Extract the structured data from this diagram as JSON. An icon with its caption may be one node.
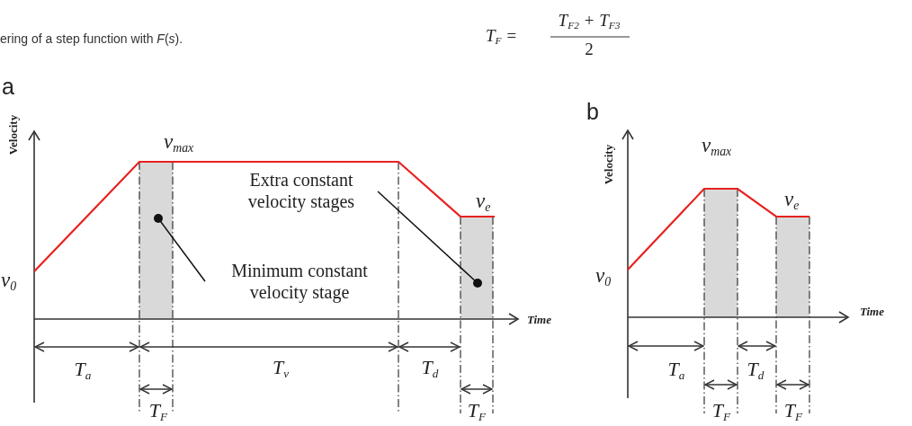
{
  "diagram": {
    "nodes": [
      {
        "text": [
          "Extra constant velocity stages"
        ]
      },
      {
        "text": [
          "Minimum constant velocity stage"
        ]
      }
    ],
    "edges": [
      {
        "from": 0,
        "to": null,
        "arrow": "other"
      },
      {
        "from": 1,
        "to": null,
        "arrow": "other"
      }
    ],
    "labels": [
      "ering of a step function with *F*(*s*).",
      "T$_{F}$ =",
      "T$_{F2}$ + T$_{F3}$",
      "2",
      "a",
      "b",
      "Velocity",
      "v$_{max}$",
      "v$_{e}$",
      "v$_{0}$",
      "Time",
      "T$_{a}$",
      "T$_{v}$",
      "T$_{d}$",
      "T$_{F}$",
      "T$_{F}$",
      "Velocity",
      "v$_{max}$",
      "v$_{e}$",
      "v$_{0}$",
      "Time",
      "T$_{a}$",
      "T$_{d}$",
      "T$_{F}$",
      "T$_{F}$"
    ]
  }
}
